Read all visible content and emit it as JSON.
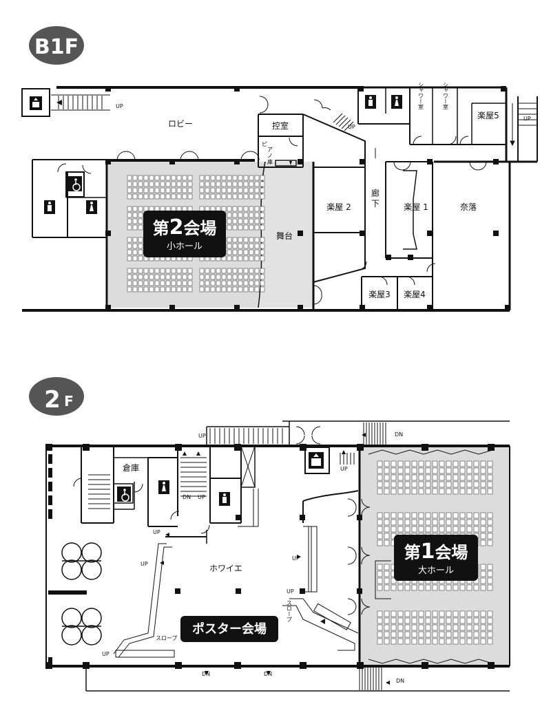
{
  "b1": {
    "floor_badge": "B1F",
    "hall_title_prefix": "第",
    "hall_title_num": "2",
    "hall_title_suffix": "会場",
    "hall_subtitle": "小ホール",
    "lobby": "ロビー",
    "stage": "舞台",
    "kousitu": "控室",
    "piano_1": "ピ",
    "piano_2": "ア",
    "piano_3": "ノ",
    "piano_4": "庫",
    "gakuya1": "楽屋 1",
    "gakuya2": "楽屋 2",
    "gakuya3": "楽屋3",
    "gakuya4": "楽屋4",
    "gakuya5": "楽屋5",
    "naraku": "奈落",
    "rouka_1": "廊",
    "rouka_2": "下",
    "shower1": "シャワー室",
    "shower2": "シャワー室",
    "up_top": "UP",
    "up_mid": "UP",
    "up_right": "UP"
  },
  "f2": {
    "floor_badge_num": "2",
    "floor_badge_suffix": "F",
    "hall_title_prefix": "第",
    "hall_title_num": "1",
    "hall_title_suffix": "会場",
    "hall_subtitle": "大ホール",
    "poster": "ポスター会場",
    "foyer": "ホワイエ",
    "souko": "倉庫",
    "slope_left": "スロープ",
    "slope_right": "スロープ",
    "up_top": "UP",
    "dn_top": "DN",
    "up_elev": "UP",
    "dn_stair": "DN",
    "up_stair": "UP",
    "up_a": "UP",
    "up_b": "UP",
    "up_c": "UP",
    "up_d": "UP",
    "up_e": "UP",
    "dn_a": "DN",
    "dn_b": "DN",
    "dn_bottom": "DN"
  },
  "colors": {
    "hall_fill": "#dcdcdc",
    "wall": "#111111",
    "badge": "#555555",
    "title_box": "#111111"
  },
  "icons": [
    "elevator-icon",
    "wheelchair-icon",
    "toilet-icon"
  ]
}
